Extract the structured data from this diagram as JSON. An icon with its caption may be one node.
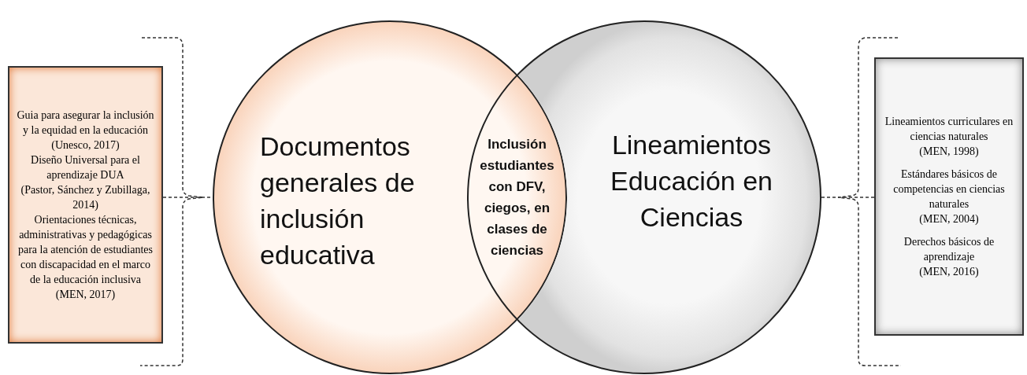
{
  "diagram": {
    "nodes": [
      {
        "text": [
          "Guia para asegurar la inclusión y la equidad en la educación",
          "(Unesco, 2017)",
          "Diseño Universal para el aprendizaje DUA",
          "(Pastor, Sánchez y Zubillaga, 2014)",
          "Orientaciones técnicas, administrativas y pedagógicas para la atención de estudiantes con discapacidad en el marco de la educación inclusiva",
          "(MEN, 2017)"
        ]
      },
      {
        "text": [
          "Documentos generales de inclusión educativa"
        ]
      },
      {
        "text": [
          "Lineamientos Educación en Ciencias"
        ]
      },
      {
        "text": [
          "Inclusión estudiantes con DFV, ciegos, en clases de ciencias"
        ]
      },
      {
        "text": [
          "Lineamientos curriculares en ciencias naturales",
          "(MEN, 1998)",
          "Estándares básicos de competencias en ciencias naturales",
          "(MEN, 2004)",
          "Derechos básicos de aprendizaje",
          "(MEN, 2016)"
        ]
      }
    ],
    "edges": [
      {
        "from": 0,
        "to": 1,
        "arrow": "none",
        "style": "dashed"
      },
      {
        "from": 2,
        "to": 4,
        "arrow": "none",
        "style": "dashed"
      }
    ]
  }
}
